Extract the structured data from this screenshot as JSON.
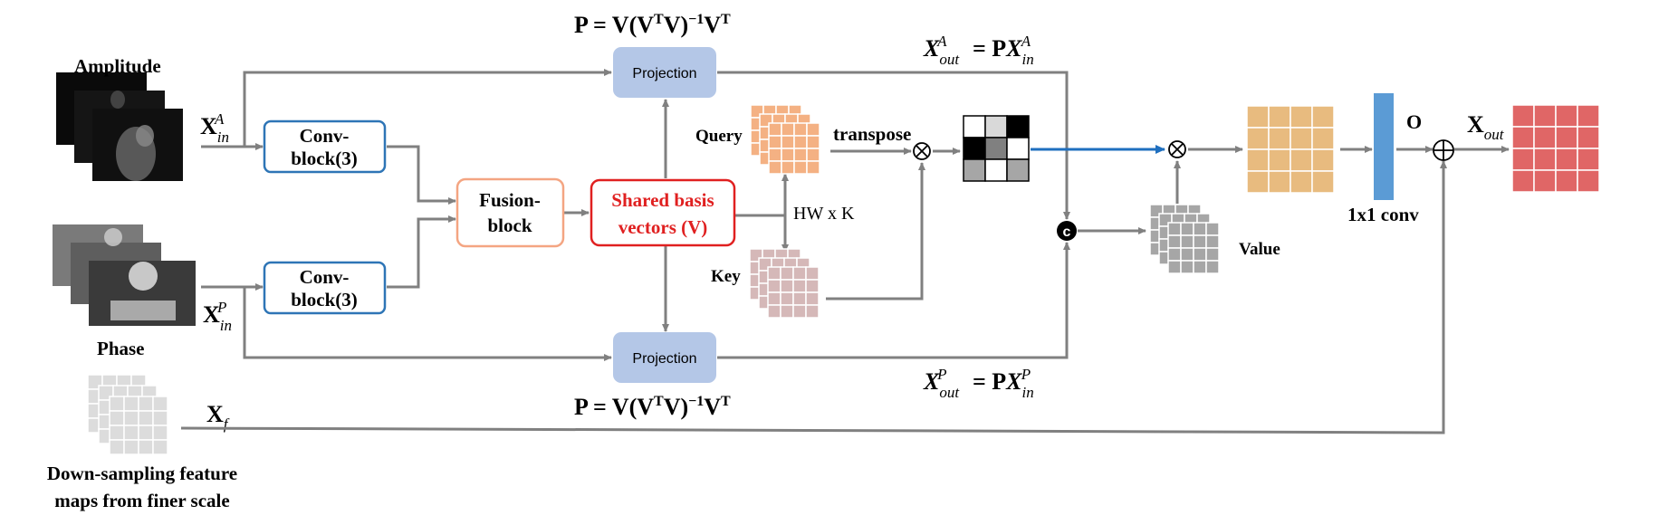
{
  "labels": {
    "amplitude": "Amplitude",
    "phase": "Phase",
    "conv_block_top_l1": "Conv-",
    "conv_block_top_l2": "block(3)",
    "conv_block_bot_l1": "Conv-",
    "conv_block_bot_l2": "block(3)",
    "fusion_l1": "Fusion-",
    "fusion_l2": "block",
    "shared_l1": "Shared basis",
    "shared_l2": "vectors (V)",
    "projection_top": "Projection",
    "projection_bot": "Projection",
    "query": "Query",
    "key": "Key",
    "value": "Value",
    "transpose": "transpose",
    "hw_k": "HW x K",
    "conv_1x1": "1x1 conv",
    "o": "O",
    "downsampling_l1": "Down-sampling feature",
    "downsampling_l2": "maps from finer scale",
    "concat_symbol": "c",
    "otimes": "⊗",
    "oplus": "⊕"
  },
  "colors": {
    "arrow": "#808080",
    "blue_arrow": "#1f6fbf",
    "conv_border": "#2e75b6",
    "fusion_border": "#f4a582",
    "shared_border": "#e02020",
    "shared_text": "#e02020",
    "projection_fill": "#b4c7e7",
    "query_fill": "#f4b183",
    "key_fill": "#d5b8b8",
    "value_fill": "#a6a6a6",
    "result_fill": "#e8bb7f",
    "output_fill": "#e06666",
    "conv1x1_fill": "#5b9bd5",
    "xf_fill": "#dcdcdc"
  }
}
